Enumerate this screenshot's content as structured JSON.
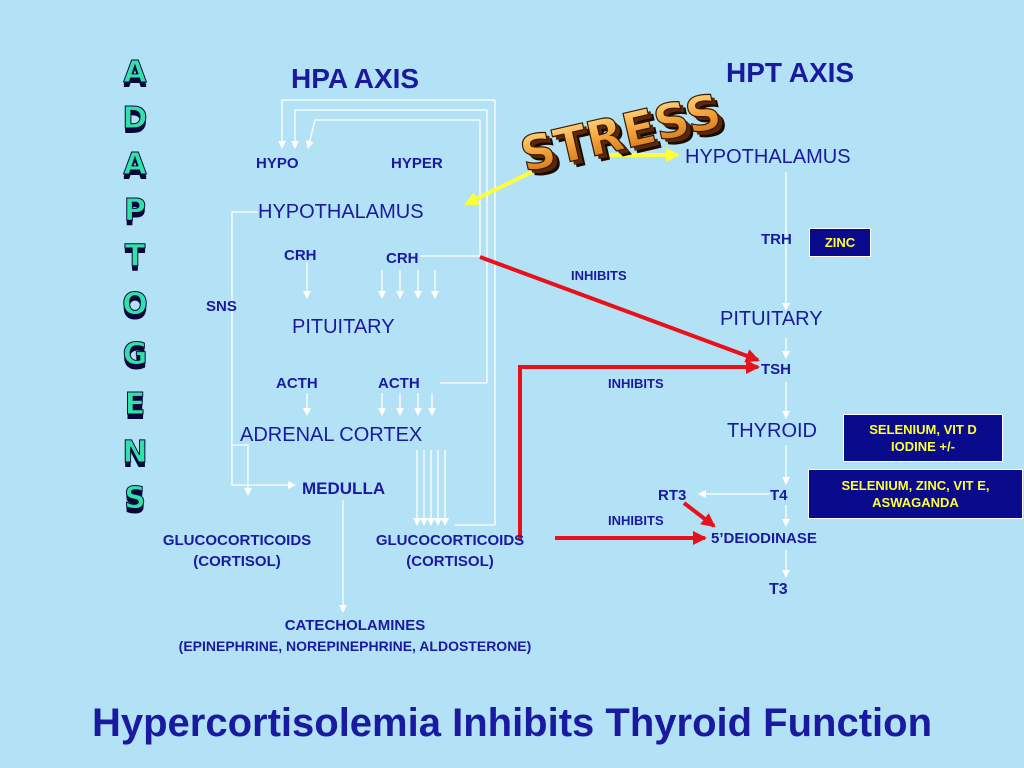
{
  "side_word": [
    "A",
    "D",
    "A",
    "P",
    "T",
    "O",
    "G",
    "E",
    "N",
    "S"
  ],
  "stress": "STRESS",
  "hpa": {
    "title": "HPA AXIS",
    "hypo": "HYPO",
    "hyper": "HYPER",
    "hypothalamus": "HYPOTHALAMUS",
    "crh_left": "CRH",
    "crh_right": "CRH",
    "sns": "SNS",
    "pituitary": "PITUITARY",
    "acth_left": "ACTH",
    "acth_right": "ACTH",
    "adrenal_cortex": "ADRENAL CORTEX",
    "medulla": "MEDULLA",
    "gluco_left": {
      "line1": "GLUCOCORTICOIDS",
      "line2": "(CORTISOL)"
    },
    "gluco_right": {
      "line1": "GLUCOCORTICOIDS",
      "line2": "(CORTISOL)"
    },
    "catecholamines": {
      "line1": "CATECHOLAMINES",
      "line2": "(EPINEPHRINE, NOREPINEPHRINE, ALDOSTERONE)"
    }
  },
  "hpt": {
    "title": "HPT AXIS",
    "hypothalamus": "HYPOTHALAMUS",
    "trh": "TRH",
    "zinc": "ZINC",
    "pituitary": "PITUITARY",
    "tsh": "TSH",
    "thyroid": "THYROID",
    "selenium_box": {
      "line1": "SELENIUM, VIT D",
      "line2": "IODINE +/-"
    },
    "t4": "T4",
    "rt3": "RT3",
    "zinc_box": {
      "line1": "SELENIUM, ZINC, VIT E,",
      "line2": "ASWAGANDA"
    },
    "deiodinase": "5’DEIODINASE",
    "t3": "T3"
  },
  "inhibits": [
    "INHIBITS",
    "INHIBITS",
    "INHIBITS"
  ],
  "title": "Hypercortisolemia Inhibits Thyroid Function",
  "colors": {
    "background": "#b3e2f6",
    "text": "#1a1aa0",
    "inhibit_arrow": "#e8101a",
    "stress_arrow": "#ffff33",
    "box_fill": "#0a0a8c",
    "box_text": "#ffff33",
    "side_letters": "#33e0aa",
    "stress_fill": "#f2a23a"
  }
}
